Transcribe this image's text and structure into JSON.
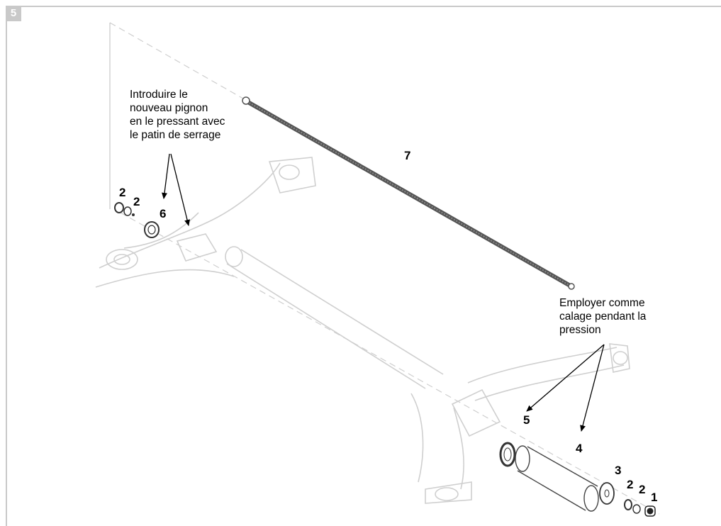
{
  "step_number": "5",
  "callouts": {
    "top_left": "Introduire le\nnouveau pignon\nen le pressant avec\nle patin de serrage",
    "right": "Employer comme\ncalage pendant la\npression"
  },
  "part_numbers": {
    "p1": "1",
    "p2a": "2",
    "p2b": "2",
    "p2c": "2",
    "p2d": "2",
    "p3": "3",
    "p4": "4",
    "p5": "5",
    "p6": "6",
    "p7": "7"
  },
  "colors": {
    "frame": "#c9c9c9",
    "part_outline": "#cfcfcf",
    "rod": "#555555",
    "arrow": "#000000"
  }
}
